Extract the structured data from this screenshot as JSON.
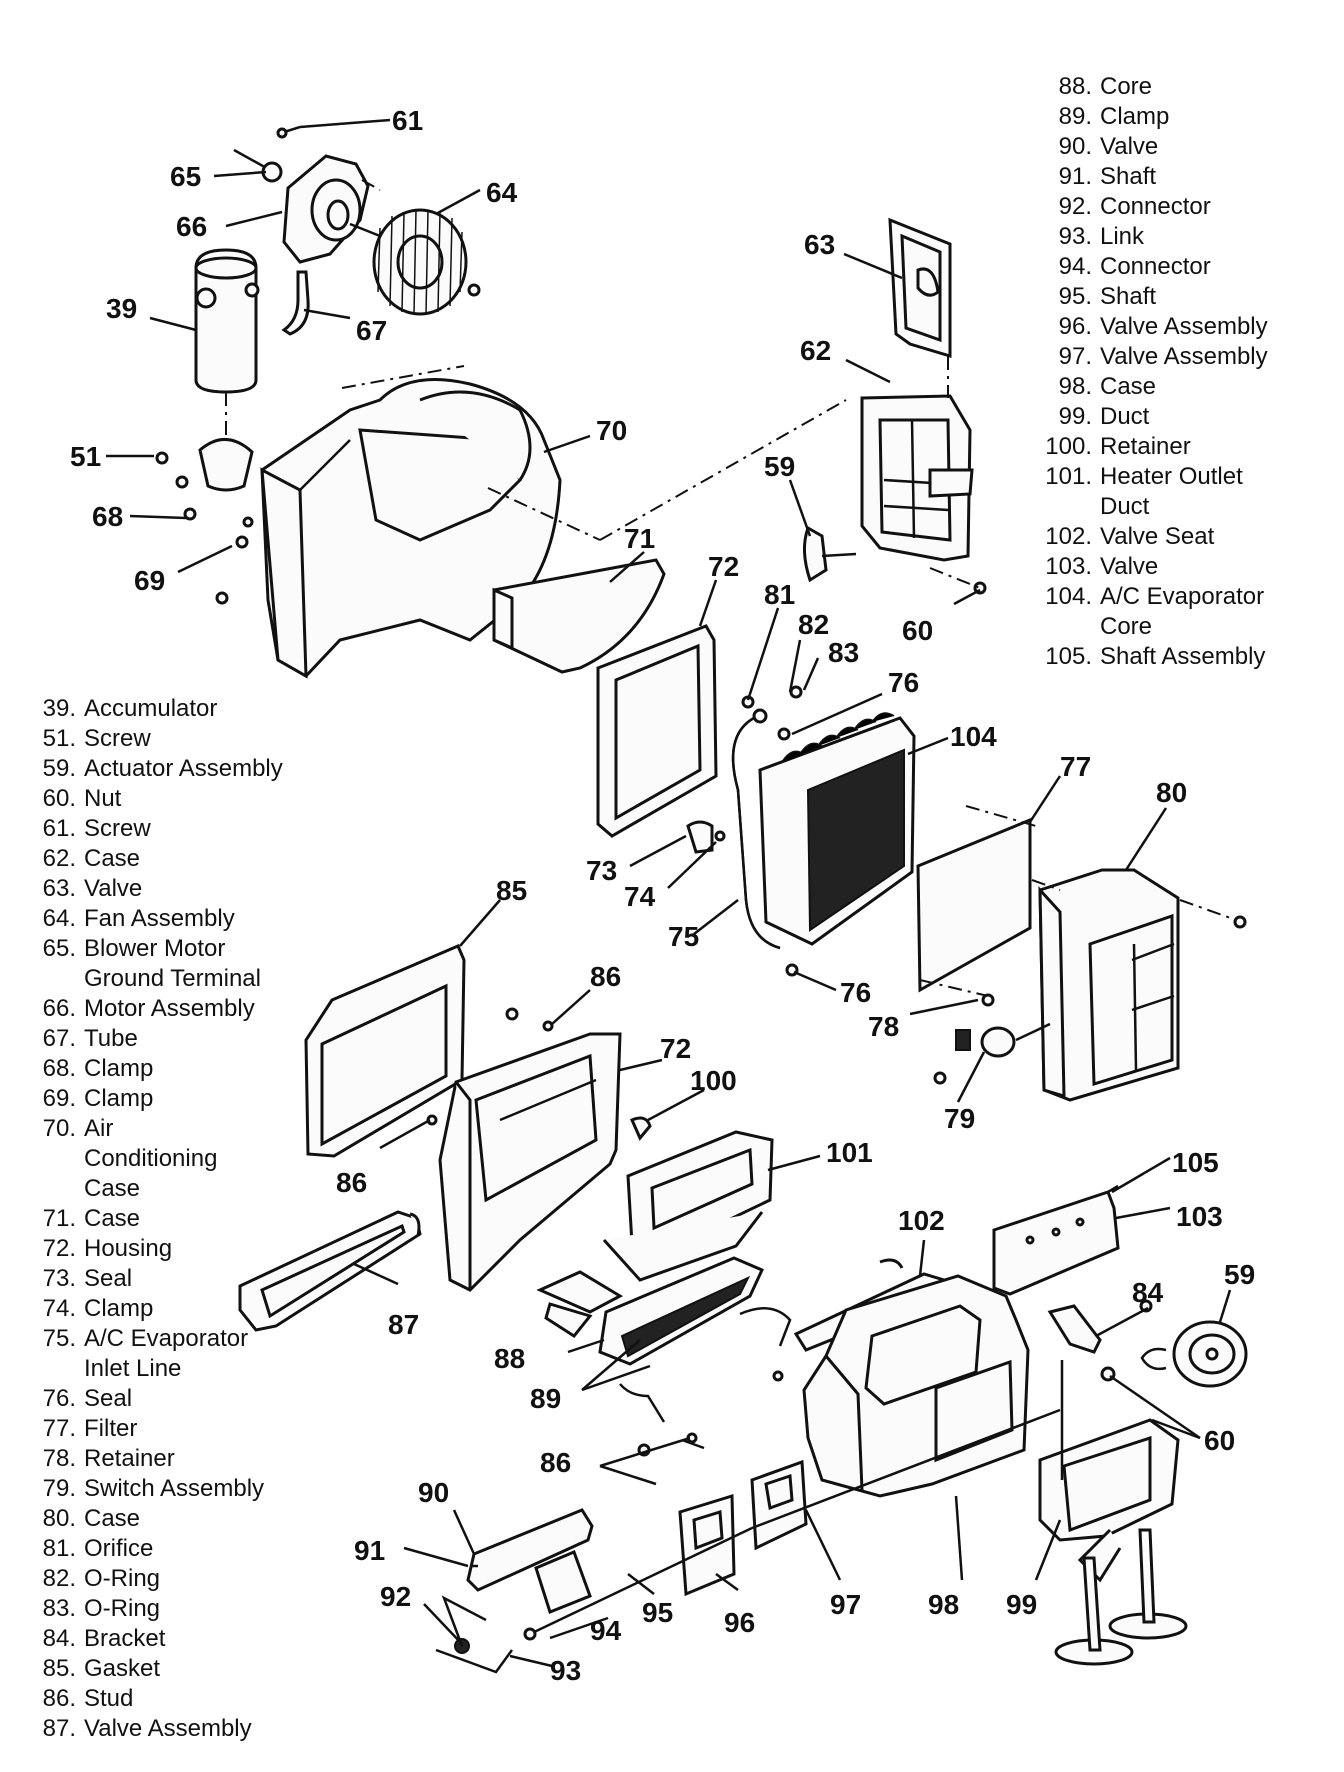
{
  "legend_left": [
    {
      "num": "39.",
      "name": "Accumulator"
    },
    {
      "num": "51.",
      "name": "Screw"
    },
    {
      "num": "59.",
      "name": "Actuator Assembly"
    },
    {
      "num": "60.",
      "name": "Nut"
    },
    {
      "num": "61.",
      "name": "Screw"
    },
    {
      "num": "62.",
      "name": "Case"
    },
    {
      "num": "63.",
      "name": "Valve"
    },
    {
      "num": "64.",
      "name": "Fan Assembly"
    },
    {
      "num": "65.",
      "name": "Blower Motor"
    },
    {
      "num": "",
      "name": "Ground Terminal"
    },
    {
      "num": "66.",
      "name": "Motor Assembly"
    },
    {
      "num": "67.",
      "name": "Tube"
    },
    {
      "num": "68.",
      "name": "Clamp"
    },
    {
      "num": "69.",
      "name": "Clamp"
    },
    {
      "num": "70.",
      "name": "Air"
    },
    {
      "num": "",
      "name": "Conditioning"
    },
    {
      "num": "",
      "name": "Case"
    },
    {
      "num": "71.",
      "name": "Case"
    },
    {
      "num": "72.",
      "name": "Housing"
    },
    {
      "num": "73.",
      "name": "Seal"
    },
    {
      "num": "74.",
      "name": "Clamp"
    },
    {
      "num": "75.",
      "name": "A/C Evaporator"
    },
    {
      "num": "",
      "name": "Inlet Line"
    },
    {
      "num": "76.",
      "name": "Seal"
    },
    {
      "num": "77.",
      "name": "Filter"
    },
    {
      "num": "78.",
      "name": "Retainer"
    },
    {
      "num": "79.",
      "name": "Switch Assembly"
    },
    {
      "num": "80.",
      "name": "Case"
    },
    {
      "num": "81.",
      "name": "Orifice"
    },
    {
      "num": "82.",
      "name": "O-Ring"
    },
    {
      "num": "83.",
      "name": "O-Ring"
    },
    {
      "num": "84.",
      "name": "Bracket"
    },
    {
      "num": "85.",
      "name": "Gasket"
    },
    {
      "num": "86.",
      "name": "Stud"
    },
    {
      "num": "87.",
      "name": "Valve Assembly"
    }
  ],
  "legend_right": [
    {
      "num": "88.",
      "name": "Core"
    },
    {
      "num": "89.",
      "name": "Clamp"
    },
    {
      "num": "90.",
      "name": "Valve"
    },
    {
      "num": "91.",
      "name": "Shaft"
    },
    {
      "num": "92.",
      "name": "Connector"
    },
    {
      "num": "93.",
      "name": "Link"
    },
    {
      "num": "94.",
      "name": "Connector"
    },
    {
      "num": "95.",
      "name": "Shaft"
    },
    {
      "num": "96.",
      "name": "Valve Assembly"
    },
    {
      "num": "97.",
      "name": "Valve Assembly"
    },
    {
      "num": "98.",
      "name": "Case"
    },
    {
      "num": "99.",
      "name": "Duct"
    },
    {
      "num": "100.",
      "name": "Retainer"
    },
    {
      "num": "101.",
      "name": "Heater Outlet"
    },
    {
      "num": "",
      "name": "Duct"
    },
    {
      "num": "102.",
      "name": "Valve Seat"
    },
    {
      "num": "103.",
      "name": "Valve"
    },
    {
      "num": "104.",
      "name": "A/C Evaporator"
    },
    {
      "num": "",
      "name": "Core"
    },
    {
      "num": "105.",
      "name": "Shaft Assembly"
    }
  ],
  "callouts": {
    "c61": "61",
    "c65": "65",
    "c64": "64",
    "c66": "66",
    "c39": "39",
    "c67": "67",
    "c63": "63",
    "c62": "62",
    "c70": "70",
    "c51": "51",
    "c59a": "59",
    "c68": "68",
    "c69": "69",
    "c71": "71",
    "c72a": "72",
    "c81": "81",
    "c82": "82",
    "c83": "83",
    "c60a": "60",
    "c76a": "76",
    "c104": "104",
    "c77": "77",
    "c80": "80",
    "c73": "73",
    "c74": "74",
    "c75": "75",
    "c85": "85",
    "c86a": "86",
    "c76b": "76",
    "c78": "78",
    "c72b": "72",
    "c100": "100",
    "c79": "79",
    "c101": "101",
    "c86b": "86",
    "c105": "105",
    "c102": "102",
    "c103": "103",
    "c59b": "59",
    "c87": "87",
    "c84": "84",
    "c88": "88",
    "c89": "89",
    "c60b": "60",
    "c86c": "86",
    "c90": "90",
    "c91": "91",
    "c92": "92",
    "c97": "97",
    "c98": "98",
    "c99": "99",
    "c96": "96",
    "c95": "95",
    "c94": "94",
    "c93": "93"
  }
}
